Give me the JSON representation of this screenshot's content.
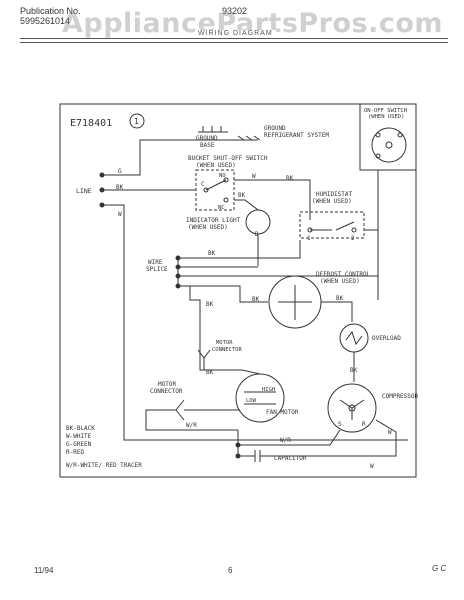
{
  "header": {
    "publication_label": "Publication No.",
    "publication_number": "5995261014",
    "model": "93202",
    "title": "WIRING DIAGRAM",
    "watermark": "AppliancePartsPros.com"
  },
  "diagram": {
    "part_number": "E718401",
    "circle_number": "1",
    "labels": {
      "ground_base": "GROUND\nBASE",
      "ground_refrig": "GROUND\nREFRIGERANT SYSTEM",
      "bucket_switch": "BUCKET  SHUT-OFF SWITCH\n(WHEN USED)",
      "humidistat": "HUMIDISTAT\n(WHEN USED)",
      "on_off_switch": "ON-OFF SWITCH\n(WHEN USED)",
      "line": "LINE",
      "indicator_light": "INDICATOR LIGHT\n(WHEN USED)",
      "wire_splice": "WIRE\nSPLICE",
      "defrost_control": "DEFROST CONTROL\n(WHEN USED)",
      "overload": "OVERLOAD",
      "motor_connector_top": "MOTOR\nCONNECTOR",
      "motor_connector": "MOTOR\nCONNECTOR",
      "fan_motor": "FAN MOTOR",
      "compressor": "COMPRESSOR",
      "capacitor": "CAPACITOR",
      "high": "HIGH",
      "low": "LOW"
    },
    "terminals": {
      "g": "G",
      "bk": "BK",
      "w": "W",
      "c": "C",
      "no": "NO",
      "nc": "NC",
      "d": "D",
      "one": "1",
      "two": "2",
      "wr": "W/R",
      "s": "S",
      "c_comp": "C",
      "r": "R"
    },
    "legend": [
      "BK-BLACK",
      "W-WHITE",
      "G-GREEN",
      "R-RED",
      "W/R-WHITE/  RED TRACER"
    ]
  },
  "footer": {
    "date": "11/94",
    "page": "6",
    "handwriting": "G C"
  }
}
